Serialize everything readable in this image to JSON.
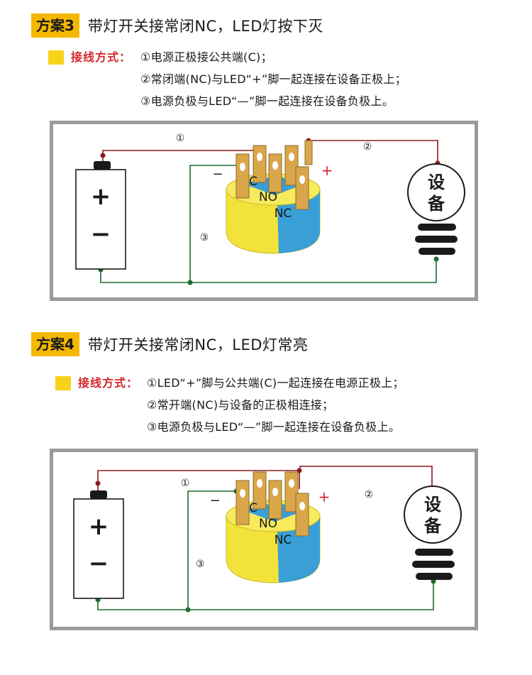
{
  "plans": [
    {
      "tag": "方案3",
      "title": "带灯开关接常闭NC，LED灯按下灭",
      "wiring_label": "接线方式：",
      "steps": [
        "①电源正极接公共端(C)；",
        "②常闭端(NC)与LED“+”脚一起连接在设备正极上；",
        "③电源负极与LED“—”脚一起连接在设备负极上。"
      ],
      "diagram": {
        "wire_labels": [
          "①",
          "②",
          "③"
        ],
        "battery_plus": "+",
        "battery_minus": "−",
        "led_plus": "+",
        "led_minus": "−",
        "terminal_c": "C",
        "terminal_no": "NO",
        "terminal_nc": "NC",
        "device_line1": "设",
        "device_line2": "备"
      }
    },
    {
      "tag": "方案4",
      "title": "带灯开关接常闭NC，LED灯常亮",
      "wiring_label": "接线方式：",
      "steps": [
        "①LED“+”脚与公共端(C)一起连接在电源正极上；",
        "②常开端(NC)与设备的正极相连接；",
        "③电源负极与LED“—”脚一起连接在设备负极上。"
      ],
      "diagram": {
        "wire_labels": [
          "①",
          "②",
          "③"
        ],
        "battery_plus": "+",
        "battery_minus": "−",
        "led_plus": "+",
        "led_minus": "−",
        "terminal_c": "C",
        "terminal_no": "NO",
        "terminal_nc": "NC",
        "device_line1": "设",
        "device_line2": "备"
      }
    }
  ],
  "colors": {
    "tag_bg": "#f5b800",
    "label_red": "#d6262d",
    "wire_red": "#8b1a1a",
    "wire_green": "#1e6b2e",
    "switch_yellow": "#f2e23a",
    "switch_blue": "#3a9fd6",
    "pin_gold": "#d9a64a",
    "panel_border": "#9a9a9a"
  }
}
